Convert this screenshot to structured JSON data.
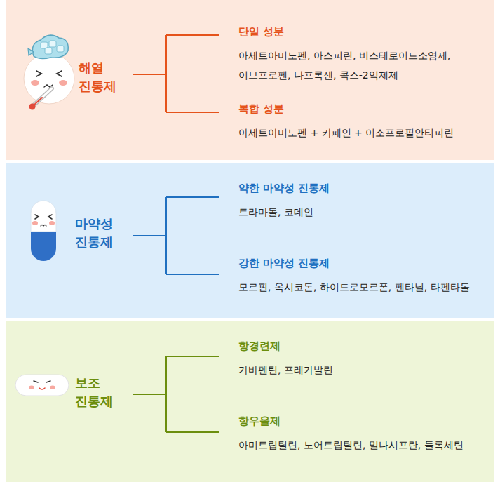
{
  "diagram": {
    "nodes": [
      {
        "text": [
          "해열 진통제"
        ]
      },
      {
        "text": [
          "단일 성분",
          "아세트아미노펜, 아스피린, 비스테로이드소염제, 이브프로펜, 나프록센, 콕스-2억제제"
        ],
        "in": 0
      },
      {
        "text": [
          "복합 성분",
          "아세트아미노펜 + 카페인 + 이소프로필안티피린"
        ],
        "in": 0
      },
      {
        "text": [
          "마약성 진통제"
        ]
      },
      {
        "text": [
          "약한 마약성 진통제",
          "트라마돌, 코데인"
        ],
        "in": 3
      },
      {
        "text": [
          "강한 마약성 진통제",
          "모르핀, 옥시코돈, 하이드로모르폰, 펜타닐, 타펜타돌"
        ],
        "in": 3
      },
      {
        "text": [
          "보조 진통제"
        ]
      },
      {
        "text": [
          "항경련제",
          "가바펜틴, 프레가발린"
        ],
        "in": 6
      },
      {
        "text": [
          "항우울제",
          "아미트립틸린, 노어트립틸린, 밀나시프란, 둘록세틴"
        ],
        "in": 6
      }
    ]
  }
}
